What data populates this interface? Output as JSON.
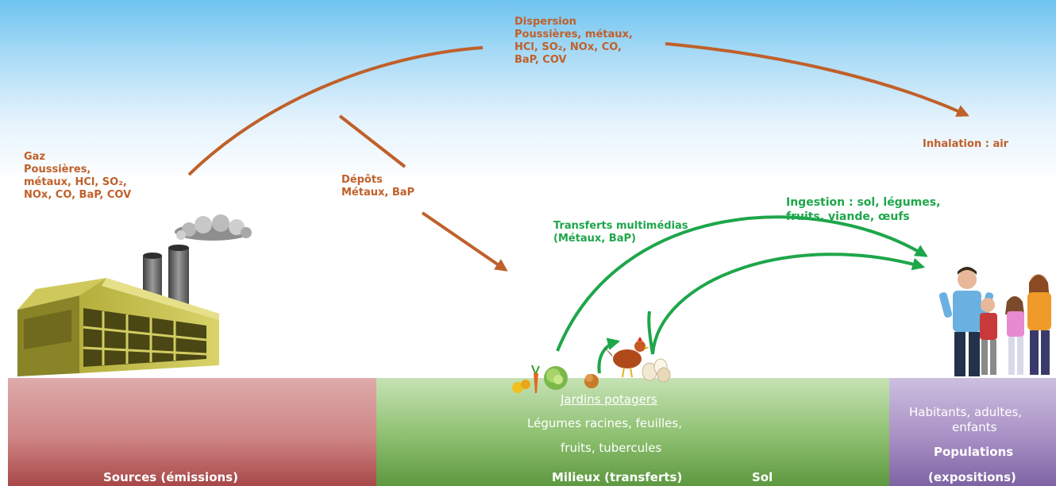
{
  "sources": {
    "title": "Sources (émissions)",
    "emissions_lines": [
      "Gaz",
      "Poussières,",
      "métaux,   HCl,   SO₂,",
      "NOx, CO, BaP, COV"
    ]
  },
  "dispersion": {
    "lines": [
      "Dispersion",
      "Poussières,    métaux,",
      "HCl,   SO₂,   NOx,   CO,",
      "BaP, COV"
    ]
  },
  "inhalation": "Inhalation : air",
  "depots": [
    "Dépôts",
    "Métaux, BaP"
  ],
  "transferts": [
    "Transferts multimédias",
    "(Métaux, BaP)"
  ],
  "ingestion": [
    "Ingestion : sol, légumes,",
    "fruits, viande, œufs"
  ],
  "milieux": {
    "jardins": "Jardins potagers",
    "legumes_line1": "Légumes racines, feuilles,",
    "legumes_line2": "fruits, tubercules",
    "title": "Milieux (transferts)",
    "sol": "Sol"
  },
  "populations": {
    "habitants_line1": "Habitants, adultes,",
    "habitants_line2": "enfants",
    "title_line1": "Populations",
    "title_line2": "(expositions)"
  },
  "colors": {
    "brown": "#c0602a",
    "green": "#1ea64a",
    "sources_panel": "#cf8585",
    "milieux_panel": "#8cbf6e",
    "populations_panel": "#a890c4"
  },
  "icons": [
    "factory-icon",
    "smoke-cloud-icon",
    "vegetables-icon",
    "hen-icon",
    "eggs-icon",
    "family-icon"
  ]
}
